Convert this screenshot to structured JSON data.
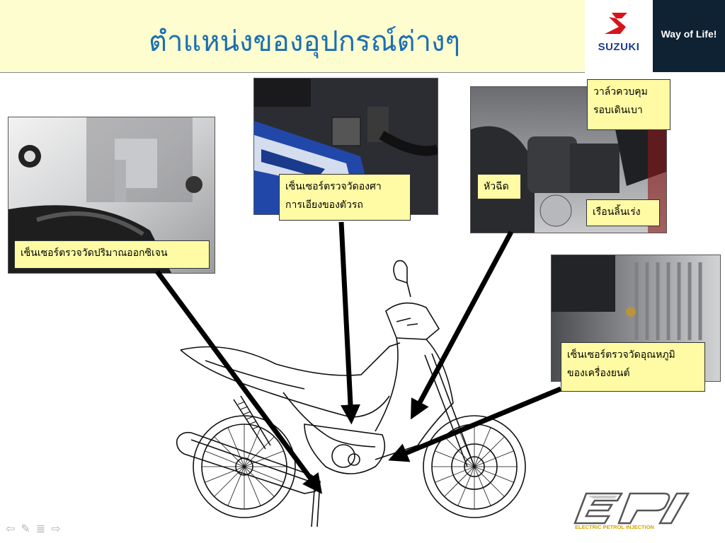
{
  "header": {
    "title": "ตำแหน่งของอุปกรณ์ต่างๆ",
    "brand": "SUZUKI",
    "tagline": "Way of Life!"
  },
  "callouts": {
    "o2_sensor": "เซ็นเซอร์ตรวจวัดปริมาณออกซิเจน",
    "tilt_sensor_line1": "เซ็นเซอร์ตรวจวัดองศา",
    "tilt_sensor_line2": "การเอียงของตัวรถ",
    "injector": "หัวฉีด",
    "idle_valve_line1": "วาล์วควบคุม",
    "idle_valve_line2": "รอบเดินเบา",
    "throttle_body": "เรือนลิ้นเร่ง",
    "temp_sensor_line1": "เซ็นเซอร์ตรวจวัดอุณหภูมิ",
    "temp_sensor_line2": "ของเครื่องยนต์"
  },
  "epi_logo": {
    "mark": "EPI",
    "subtitle": "ELECTRIC PETROL INJECTION"
  },
  "nav_icons": [
    "arrow-left-icon",
    "pen-icon",
    "menu-icon",
    "arrow-right-icon"
  ],
  "colors": {
    "title": "#1b6fb2",
    "header_bg": "#fefdd0",
    "callout_bg": "#fefba4",
    "brand_red": "#d7141c",
    "brand_blue": "#1c3d8f",
    "epi_gold": "#d9a300"
  }
}
